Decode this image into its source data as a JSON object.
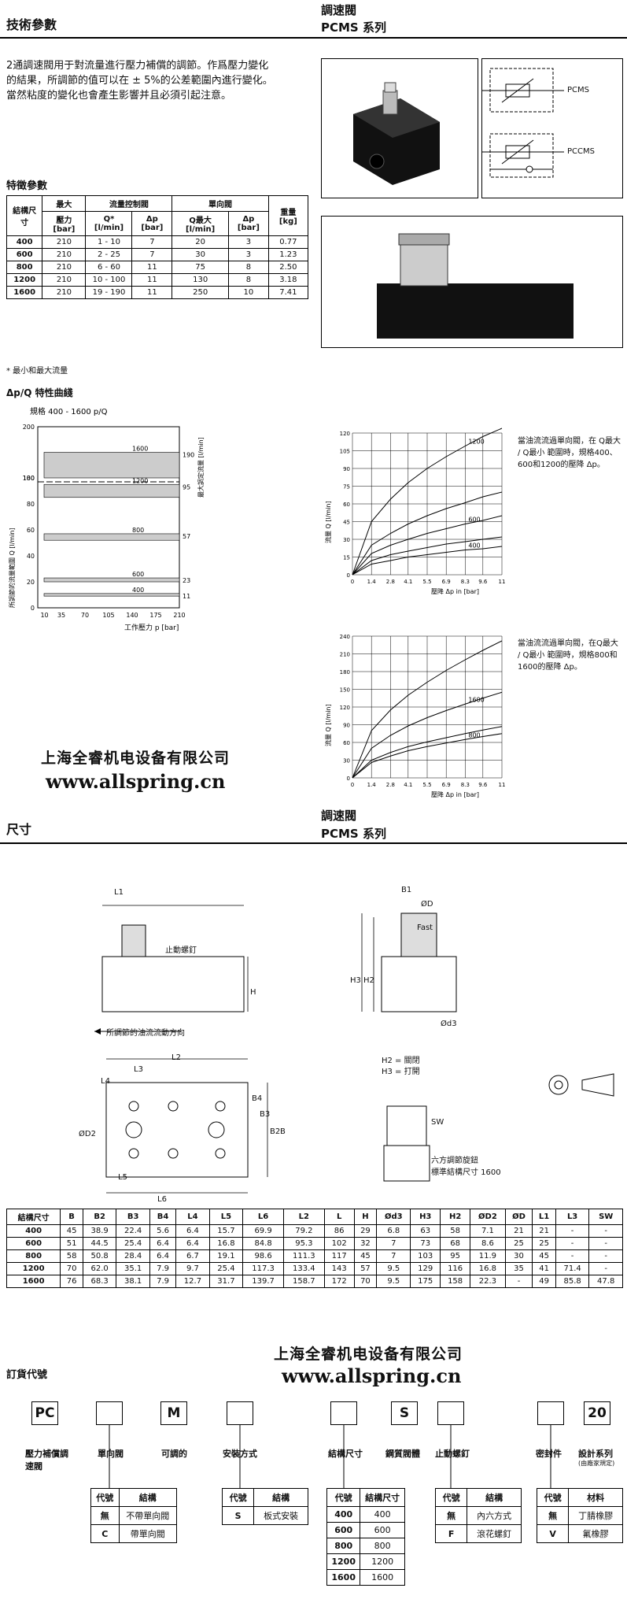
{
  "page1": {
    "section_title": "技術參數",
    "product_title": "調速閥",
    "series": "PCMS 系列",
    "intro_lines": [
      "2通調速閥用于對流量進行壓力補償的調節。作爲壓力變化",
      "的結果，所調節的值可以在 ± 5%的公差範圍內進行變化。",
      "當然粘度的變化也會產生影響并且必須引起注意。"
    ],
    "symbol_labels": [
      "PCMS",
      "PCCMS"
    ],
    "spec_title": "特徵參數",
    "spec_table": {
      "head1": [
        "結構尺寸",
        "最大",
        "流量控制閥",
        "單向閥",
        "重量 [kg]"
      ],
      "head2": [
        "壓力 [bar]",
        "Q* [l/min]",
        "Δp [bar]",
        "Q最大 [l/min]",
        "Δp [bar]"
      ],
      "rows": [
        [
          "400",
          "210",
          "1 - 10",
          "7",
          "20",
          "3",
          "0.77"
        ],
        [
          "600",
          "210",
          "2 - 25",
          "7",
          "30",
          "3",
          "1.23"
        ],
        [
          "800",
          "210",
          "6 - 60",
          "11",
          "75",
          "8",
          "2.50"
        ],
        [
          "1200",
          "210",
          "10 - 100",
          "11",
          "130",
          "8",
          "3.18"
        ],
        [
          "1600",
          "210",
          "19 - 190",
          "11",
          "250",
          "10",
          "7.41"
        ]
      ]
    },
    "footnote": "* 最小和最大流量",
    "curve_title": "Δp/Q 特性曲綫",
    "curve_note_1": "當油流流過單向閥，在 Q最大 / Q最小 範圍時，規格400、600和1200的壓降 Δp。",
    "curve_note_2": "當油流流過單向閥，在Q最大 / Q最小 範圍時，規格800和1600的壓降 Δp。"
  },
  "chart_data": [
    {
      "type": "area",
      "title": "規格 400 - 1600 p/Q",
      "xlabel": "工作壓力 p [bar]",
      "ylabel": "所調節的流量範圍 Q [l/min]",
      "ylabel_right": "最大調定流量 [l/min]",
      "x_ticks": [
        10,
        35,
        70,
        105,
        140,
        175,
        210
      ],
      "y_ticks": [
        0,
        20,
        40,
        60,
        80,
        100,
        180,
        200
      ],
      "xlim": [
        0,
        210
      ],
      "bands": [
        {
          "name": "1600",
          "low": 170,
          "high": 190,
          "right_label": "190"
        },
        {
          "name": "1200",
          "low": 85,
          "high": 95,
          "right_label": "95"
        },
        {
          "name": "800",
          "low": 52,
          "high": 57,
          "right_label": "57"
        },
        {
          "name": "600",
          "low": 20,
          "high": 23,
          "right_label": "23"
        },
        {
          "name": "400",
          "low": 9,
          "high": 11,
          "right_label": "11"
        }
      ]
    },
    {
      "type": "line",
      "xlabel": "壓降 Δp in [bar]",
      "ylabel": "流量 Q [l/min]",
      "x_ticks": [
        "0",
        "1.4",
        "2.8",
        "4.1",
        "5.5",
        "6.9",
        "8.3",
        "9.6",
        "11"
      ],
      "y_ticks": [
        0,
        15,
        30,
        45,
        60,
        75,
        90,
        105,
        120
      ],
      "xlim": [
        0,
        11
      ],
      "ylim": [
        0,
        120
      ],
      "series": [
        {
          "name": "1200",
          "x": [
            0,
            1.4,
            2.8,
            4.1,
            5.5,
            6.9,
            8.3,
            9.6,
            11
          ],
          "y": [
            0,
            45,
            64,
            78,
            90,
            100,
            109,
            117,
            124
          ]
        },
        {
          "name": "",
          "x": [
            0,
            1.4,
            2.8,
            4.1,
            5.5,
            6.9,
            8.3,
            9.6,
            11
          ],
          "y": [
            0,
            25,
            35,
            43,
            50,
            56,
            61,
            66,
            70
          ]
        },
        {
          "name": "600",
          "x": [
            0,
            1.4,
            2.8,
            4.1,
            5.5,
            6.9,
            8.3,
            9.6,
            11
          ],
          "y": [
            0,
            18,
            25,
            30,
            35,
            39,
            43,
            46,
            50
          ]
        },
        {
          "name": "",
          "x": [
            0,
            1.4,
            2.8,
            4.1,
            5.5,
            6.9,
            8.3,
            9.6,
            11
          ],
          "y": [
            0,
            12,
            17,
            20,
            23,
            26,
            28,
            30,
            32
          ]
        },
        {
          "name": "400",
          "x": [
            0,
            1.4,
            2.8,
            4.1,
            5.5,
            6.9,
            8.3,
            9.6,
            11
          ],
          "y": [
            0,
            9,
            12,
            15,
            17,
            19,
            21,
            22,
            24
          ]
        }
      ]
    },
    {
      "type": "line",
      "xlabel": "壓降 Δp in [bar]",
      "ylabel": "流量 Q [l/min]",
      "x_ticks": [
        "0",
        "1.4",
        "2.8",
        "4.1",
        "5.5",
        "6.9",
        "8.3",
        "9.6",
        "11"
      ],
      "y_ticks": [
        0,
        30,
        60,
        90,
        120,
        150,
        180,
        210,
        240
      ],
      "xlim": [
        0,
        11
      ],
      "ylim": [
        0,
        240
      ],
      "series": [
        {
          "name": "",
          "x": [
            0,
            1.4,
            2.8,
            4.1,
            5.5,
            6.9,
            8.3,
            9.6,
            11
          ],
          "y": [
            0,
            80,
            115,
            140,
            162,
            182,
            200,
            216,
            232
          ]
        },
        {
          "name": "1600",
          "x": [
            0,
            1.4,
            2.8,
            4.1,
            5.5,
            6.9,
            8.3,
            9.6,
            11
          ],
          "y": [
            0,
            50,
            72,
            88,
            102,
            114,
            125,
            135,
            145
          ]
        },
        {
          "name": "",
          "x": [
            0,
            1.4,
            2.8,
            4.1,
            5.5,
            6.9,
            8.3,
            9.6,
            11
          ],
          "y": [
            0,
            30,
            43,
            53,
            61,
            68,
            75,
            81,
            87
          ]
        },
        {
          "name": "800",
          "x": [
            0,
            1.4,
            2.8,
            4.1,
            5.5,
            6.9,
            8.3,
            9.6,
            11
          ],
          "y": [
            0,
            26,
            37,
            46,
            53,
            59,
            65,
            70,
            75
          ]
        }
      ]
    }
  ],
  "watermark": {
    "cn": "上海全睿机电设备有限公司",
    "url": "www.allspring.cn"
  },
  "page2": {
    "section_title": "尺寸",
    "product_title": "調速閥",
    "series": "PCMS 系列",
    "labels": {
      "stop_screw": "止動螺釘",
      "flow_dir": "所調節的油流流動方向",
      "h2": "H2 = 關閉",
      "h3": "H3 = 打開",
      "knob": "六方調節旋鈕",
      "knob2": "標準結構尺寸 1600",
      "fast": "Fast",
      "sw": "SW",
      "dims": [
        "L1",
        "H",
        "B1",
        "ØD",
        "H3",
        "H2",
        "Ød3",
        "L2",
        "L3",
        "L4",
        "B4",
        "B3",
        "B2",
        "B",
        "ØD2",
        "L5",
        "L6"
      ]
    },
    "dim_table": {
      "head": [
        "結構尺寸",
        "B",
        "B2",
        "B3",
        "B4",
        "L4",
        "L5",
        "L6",
        "L2",
        "L",
        "H",
        "Ød3",
        "H3",
        "H2",
        "ØD2",
        "ØD",
        "L1",
        "L3",
        "SW"
      ],
      "rows": [
        [
          "400",
          "45",
          "38.9",
          "22.4",
          "5.6",
          "6.4",
          "15.7",
          "69.9",
          "79.2",
          "86",
          "29",
          "6.8",
          "63",
          "58",
          "7.1",
          "21",
          "21",
          "-",
          "-"
        ],
        [
          "600",
          "51",
          "44.5",
          "25.4",
          "6.4",
          "6.4",
          "16.8",
          "84.8",
          "95.3",
          "102",
          "32",
          "7",
          "73",
          "68",
          "8.6",
          "25",
          "25",
          "-",
          "-"
        ],
        [
          "800",
          "58",
          "50.8",
          "28.4",
          "6.4",
          "6.7",
          "19.1",
          "98.6",
          "111.3",
          "117",
          "45",
          "7",
          "103",
          "95",
          "11.9",
          "30",
          "45",
          "-",
          "-"
        ],
        [
          "1200",
          "70",
          "62.0",
          "35.1",
          "7.9",
          "9.7",
          "25.4",
          "117.3",
          "133.4",
          "143",
          "57",
          "9.5",
          "129",
          "116",
          "16.8",
          "35",
          "41",
          "71.4",
          "-"
        ],
        [
          "1600",
          "76",
          "68.3",
          "38.1",
          "7.9",
          "12.7",
          "31.7",
          "139.7",
          "158.7",
          "172",
          "70",
          "9.5",
          "175",
          "158",
          "22.3",
          "-",
          "49",
          "85.8",
          "47.8"
        ]
      ]
    },
    "order_title": "訂貨代號",
    "order_codes": [
      "PC",
      "",
      "M",
      "",
      "",
      "S",
      "",
      "",
      "20"
    ],
    "order_labels": [
      "壓力補償調速閥",
      "單向閥",
      "可調的",
      "安裝方式",
      "結構尺寸",
      "鋼質閥體",
      "止動螺釘",
      "密封件",
      "設計系列"
    ],
    "design_note": "(由廠家規定)",
    "sub_tables": {
      "check": {
        "head": [
          "代號",
          "結構"
        ],
        "rows": [
          [
            "無",
            "不帶單向閥"
          ],
          [
            "C",
            "帶單向閥"
          ]
        ]
      },
      "mount": {
        "head": [
          "代號",
          "結構"
        ],
        "rows": [
          [
            "S",
            "板式安裝"
          ]
        ]
      },
      "size": {
        "head": [
          "代號",
          "結構尺寸"
        ],
        "rows": [
          [
            "400",
            "400"
          ],
          [
            "600",
            "600"
          ],
          [
            "800",
            "800"
          ],
          [
            "1200",
            "1200"
          ],
          [
            "1600",
            "1600"
          ]
        ]
      },
      "screw": {
        "head": [
          "代號",
          "結構"
        ],
        "rows": [
          [
            "無",
            "內六方式"
          ],
          [
            "F",
            "滾花螺釘"
          ]
        ]
      },
      "seal": {
        "head": [
          "代號",
          "材料"
        ],
        "rows": [
          [
            "無",
            "丁腈橡膠"
          ],
          [
            "V",
            "氟橡膠"
          ]
        ]
      }
    }
  }
}
